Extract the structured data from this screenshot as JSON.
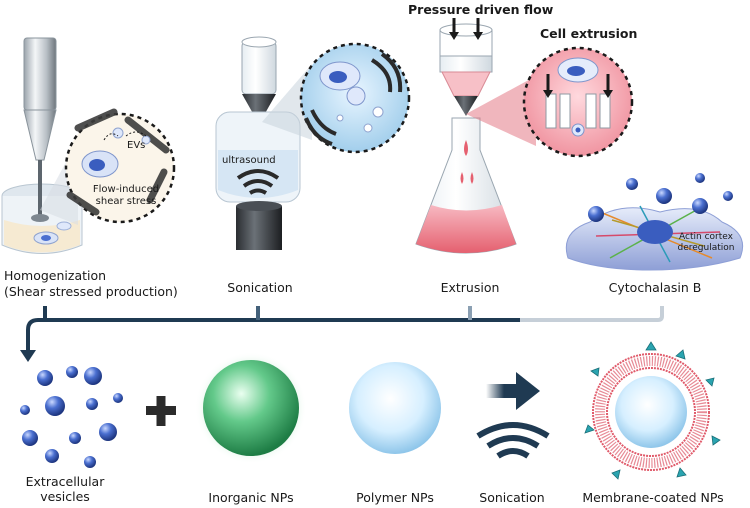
{
  "methods": [
    {
      "id": "homogenization",
      "label_line1": "Homogenization",
      "label_line2": "(Shear stressed production)"
    },
    {
      "id": "sonication",
      "label": "Sonication",
      "device_text": "ultrasound"
    },
    {
      "id": "extrusion",
      "label": "Extrusion",
      "top_text": "Pressure driven flow",
      "zoom_text": "Cell extrusion"
    },
    {
      "id": "cytochalasin",
      "label": "Cytochalasin B",
      "note_line1": "Actin cortex",
      "note_line2": "deregulation"
    }
  ],
  "homogenization_zoom": {
    "ev_text": "EVs",
    "caption_line1": "Flow-induced",
    "caption_line2": "shear stress"
  },
  "products": [
    {
      "label_line1": "Extracellular",
      "label_line2": "vesicles"
    },
    {
      "label": "Inorganic NPs"
    },
    {
      "label": "Polymer NPs"
    },
    {
      "label": "Sonication"
    },
    {
      "label": "Membrane-coated NPs"
    }
  ],
  "colors": {
    "bracket": "#1f3a52",
    "vesicle": "#3a5dbf",
    "inorganic": "#2fa35c",
    "polymer": "#bfe3f7",
    "membrane": "#e05a6a",
    "protein": "#2aa4b0",
    "arrow": "#1f3a52"
  }
}
